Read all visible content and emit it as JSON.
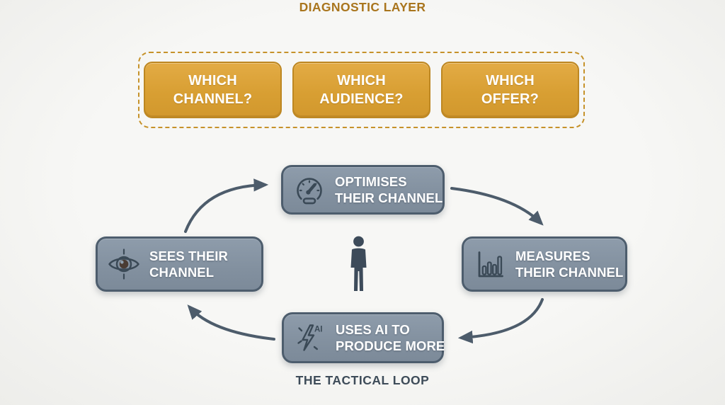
{
  "colors": {
    "background": "#f5f5f3",
    "diagnostic_title": "#a9751d",
    "diagnostic_box_fill": "#d89f33",
    "diagnostic_box_border": "#bd8722",
    "diagnostic_dashed_border": "#c6922a",
    "loop_box_fill": "#8391a0",
    "loop_box_border": "#4d5d6d",
    "arrow": "#4d5c6b",
    "icon_stroke": "#3a4956",
    "caption_text": "#3e4c59",
    "box_text": "#ffffff"
  },
  "diagnostic": {
    "title": "DIAGNOSTIC LAYER",
    "boxes": [
      {
        "line1": "WHICH",
        "line2": "CHANNEL?"
      },
      {
        "line1": "WHICH",
        "line2": "AUDIENCE?"
      },
      {
        "line1": "WHICH",
        "line2": "OFFER?"
      }
    ]
  },
  "loop": {
    "caption": "THE TACTICAL LOOP",
    "ai_badge": "AI",
    "center_figure": "person-icon",
    "nodes": [
      {
        "id": "optimises",
        "icon": "gauge-icon",
        "line1": "OPTIMISES",
        "line2": "THEIR CHANNEL"
      },
      {
        "id": "measures",
        "icon": "bar-chart-icon",
        "line1": "MEASURES",
        "line2": "THEIR CHANNEL"
      },
      {
        "id": "uses-ai",
        "icon": "ai-lightning-icon",
        "line1": "USES AI TO",
        "line2": "PRODUCE MORE"
      },
      {
        "id": "sees",
        "icon": "eye-icon",
        "line1": "SEES THEIR",
        "line2": "CHANNEL"
      }
    ]
  }
}
